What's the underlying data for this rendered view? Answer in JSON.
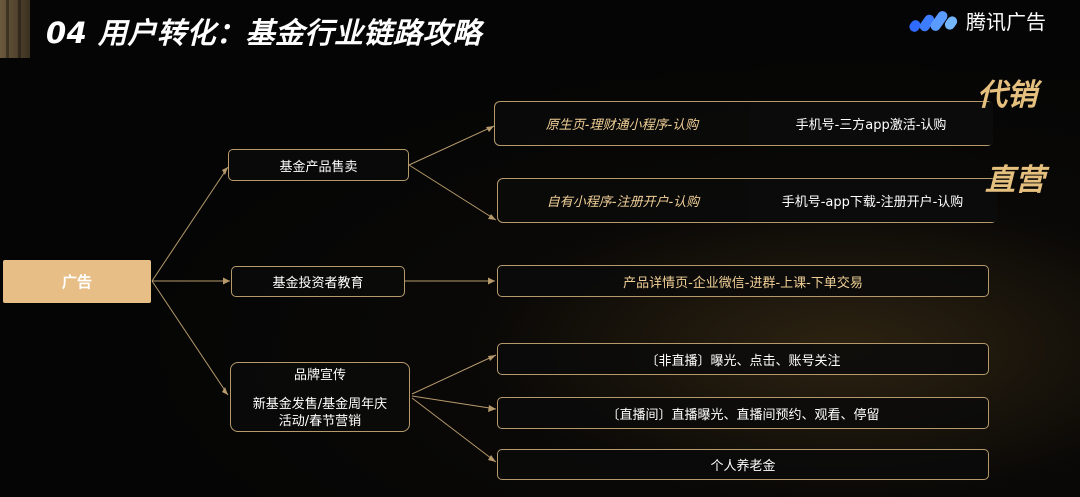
{
  "title": "04 用户转化：基金行业链路攻略",
  "logo": {
    "text": "腾讯广告",
    "icon": "tencent-ads-logo-icon"
  },
  "colors": {
    "gold": "#e7bf86",
    "line": "#b69a6c",
    "tag": "#e6c07f"
  },
  "tags": {
    "daixiao": "代销",
    "zhiying": "直营"
  },
  "root": {
    "label": "广告"
  },
  "branches": {
    "fund_sales": "基金产品售卖",
    "investor_edu": "基金投资者教育",
    "brand": {
      "title": "品牌宣传",
      "line1": "新基金发售/基金周年庆",
      "line2": "活动/春节营销"
    }
  },
  "leaves": {
    "daixiao_left": "原生页-理财通小程序-认购",
    "daixiao_right": "手机号-三方app激活-认购",
    "zhiying_left": "自有小程序-注册开户-认购",
    "zhiying_right": "手机号-app下载-注册开户-认购",
    "edu": "产品详情页-企业微信-进群-上课-下单交易",
    "brand_1": "〔非直播〕曝光、点击、账号关注",
    "brand_2": "〔直播间〕直播曝光、直播间预约、观看、停留",
    "brand_3": "个人养老金"
  }
}
